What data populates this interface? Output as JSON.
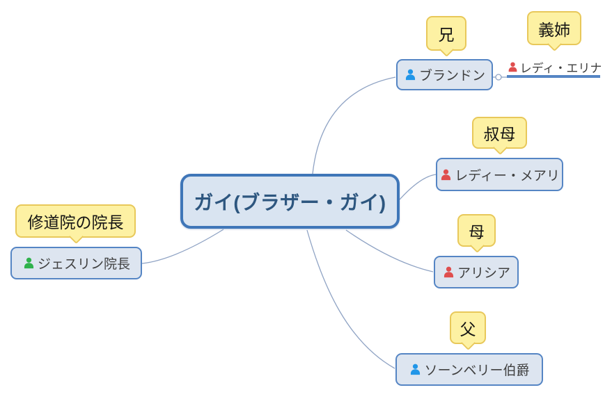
{
  "diagram": {
    "type": "mind-map",
    "center_node": {
      "label": "ガイ(ブラザー・ガイ)"
    },
    "nodes": [
      {
        "label": "ブランドン",
        "relation": "兄",
        "icon": "person-icon",
        "icon_color": "#2196e8"
      },
      {
        "label": "レディ・エリナ",
        "relation": "義姉",
        "icon": "person-icon",
        "icon_color": "#df4e4e"
      },
      {
        "label": "レディー・メアリ",
        "relation": "叔母",
        "icon": "person-icon",
        "icon_color": "#df4e4e"
      },
      {
        "label": "アリシア",
        "relation": "母",
        "icon": "person-icon",
        "icon_color": "#df4e4e"
      },
      {
        "label": "ソーンベリー伯爵",
        "relation": "父",
        "icon": "person-icon",
        "icon_color": "#2196e8"
      },
      {
        "label": "ジェスリン院長",
        "relation": "修道院の院長",
        "icon": "person-icon",
        "icon_color": "#2fb24c"
      }
    ],
    "colors": {
      "background": "#ffffff",
      "center_border": "#3f76b8",
      "center_fill": "#d9e4f1",
      "center_text": "#2d567f",
      "node_border": "#5585c4",
      "node_fill": "#dde5f0",
      "node_text": "#3f3f3f",
      "callout_fill": "#fdf1a3",
      "callout_border": "#e8c85a",
      "callout_text": "#141414",
      "connector_line": "#8fa3c4",
      "spouse_line": "#5585c4"
    }
  }
}
